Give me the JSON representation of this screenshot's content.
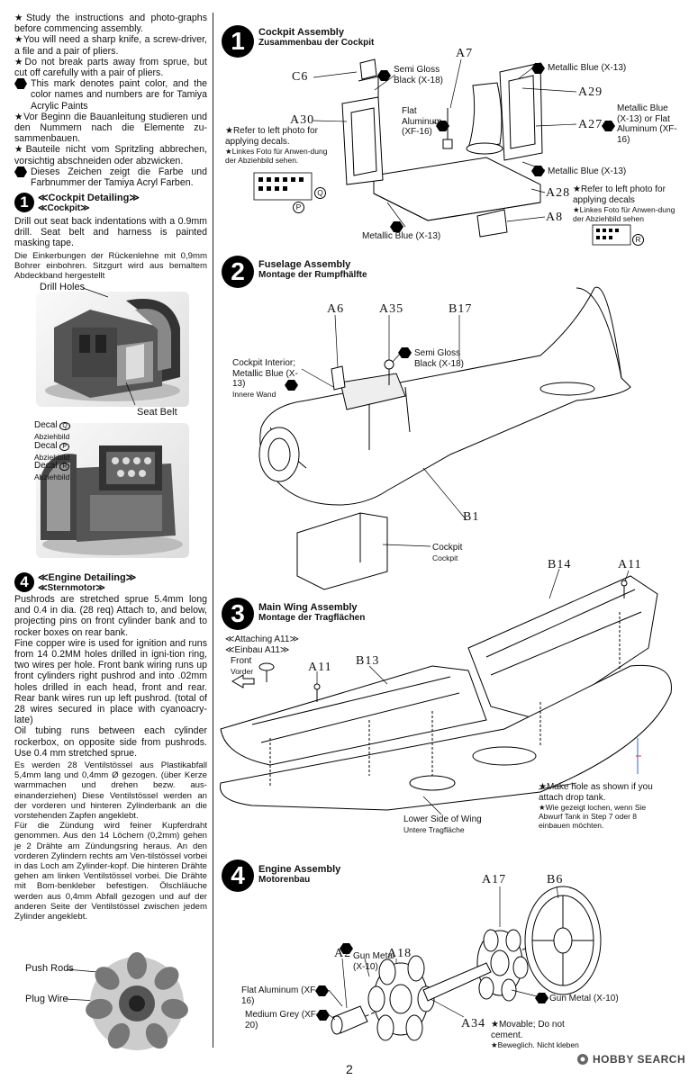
{
  "page_number": "2",
  "watermark": "HOBBY SEARCH",
  "intro": {
    "en_lines": [
      "★Study the instructions and photo-graphs before commencing assembly.",
      "★You will need a sharp knife, a screw-driver, a file and a pair of pliers.",
      "★Do not break parts away from sprue, but cut off carefully with a pair of pliers."
    ],
    "paint_note_en": "This mark denotes paint color, and the color names and numbers are for Tamiya Acrylic Paints",
    "de_lines": [
      "★Vor Beginn die Bauanleitung studieren und den Nummern nach die Elemente zu-sammenbauen.",
      "★Bauteile nicht vom Spritzling abbrechen, vorsichtig abschneiden oder abzwicken."
    ],
    "paint_note_de": "Dieses Zeichen zeigt die Farbe und Farbnummer der Tamiya Acryl Farben."
  },
  "detailing1": {
    "number": "1",
    "title_en": "≪Cockpit Detailing≫",
    "title_de": "≪Cockpit≫",
    "text_en": "Drill out seat back indentations with a 0.9mm drill. Seat belt and harness is painted masking tape.",
    "text_de": "Die Einkerbungen der Rückenlehne mit 0,9mm Bohrer einbohren. Sitzgurt wird aus bemaltem Abdeckband hergestellt",
    "labels": {
      "drill_holes": "Drill Holes",
      "seat_belt": "Seat Belt",
      "decal_q": "Decal",
      "decal_q_letter": "Q",
      "decal_p": "Decal",
      "decal_p_letter": "P",
      "decal_r": "Decal",
      "decal_r_letter": "R",
      "abziehbild": "Abziehbild"
    }
  },
  "detailing4": {
    "number": "4",
    "title_en": "≪Engine Detailing≫",
    "title_de": "≪Sternmotor≫",
    "text_en": [
      "Pushrods are stretched sprue 5.4mm long and 0.4 in dia. (28 req) Attach to, and below, projecting pins on front cylinder bank and to rocker boxes on rear bank.",
      "Fine copper wire is used for ignition and runs from 14 0.2MM holes drilled in igni-tion ring, two wires per hole. Front bank wiring runs up front cylinders right pushrod and into .02mm holes drilled in each head, front and rear. Rear bank wires run up left pushrod. (total of 28 wires secured in place with cyanoacry-late)",
      "Oil tubing runs between each cylinder rockerbox, on opposite side from pushrods. Use 0.4 mm stretched sprue."
    ],
    "text_de": [
      "Es werden 28 Ventilstössel aus Plastikabfall 5,4mm lang und 0,4mm Ø gezogen. (über Kerze warmmachen und drehen bezw. aus-einanderziehen) Diese Ventilstössel werden an der vorderen und hinteren Zylinderbank an die vorstehenden Zapfen angeklebt.",
      "Für die Zündung wird feiner Kupferdraht genommen. Aus den 14 Löchern (0,2mm) gehen je 2 Drähte am Zündungsring heraus. An den vorderen Zylindern rechts am Ven-tilstössel vorbei in das Loch am Zylinder-kopf. Die hinteren Drähte gehen am linken Ventilstössel vorbei. Die Drähte mit Bom-benkleber befestigen. Ölschläuche werden aus 0,4mm Abfall gezogen und auf der anderen Seite der Ventilstössel zwischen jedem Zylinder angeklebt."
    ],
    "labels": {
      "push_rods": "Push Rods",
      "plug_wire": "Plug Wire"
    }
  },
  "step1": {
    "number": "1",
    "title_en": "Cockpit Assembly",
    "title_de": "Zusammenbau der Cockpit",
    "parts": [
      "C6",
      "A7",
      "A30",
      "A29",
      "A27",
      "A28",
      "A8"
    ],
    "paints": {
      "semi_gloss_black": "Semi Gloss Black (X-18)",
      "flat_aluminum": "Flat Aluminum (XF-16)",
      "metallic_blue_top": "Metallic Blue (X-13)",
      "metallic_blue_or": "Metallic Blue (X-13) or Flat Aluminum (XF-16)",
      "metallic_blue_mid": "Metallic Blue (X-13)",
      "metallic_blue_bottom": "Metallic Blue (X-13)"
    },
    "note_left_en": "★Refer to left photo for applying decals.",
    "note_left_de": "★Linkes Foto für Anwen-dung der Abziehbild sehen.",
    "note_right_en": "★Refer to left photo for applying decals",
    "note_right_de": "★Linkes Foto für Anwen-dung der Abziehbild sehen",
    "decal_left": "Q",
    "decal_left2": "P",
    "decal_right": "R"
  },
  "step2": {
    "number": "2",
    "title_en": "Fuselage Assembly",
    "title_de": "Montage der Rumpfhälfte",
    "parts": [
      "A6",
      "A35",
      "B17",
      "B1"
    ],
    "paint_black": "Semi Gloss Black (X-18)",
    "cockpit_interior": "Cockpit Interior; Metallic Blue (X-13)",
    "innere_wand": "Innere Wand",
    "cockpit_en": "Cockpit",
    "cockpit_de": "Cockpit"
  },
  "step3": {
    "number": "3",
    "title_en": "Main Wing Assembly",
    "title_de": "Montage der Tragflächen",
    "parts": [
      "B14",
      "A11",
      "A11",
      "B13"
    ],
    "attaching_en": "≪Attaching A11≫",
    "attaching_de": "≪Einbau A11≫",
    "front_en": "Front",
    "front_de": "Vorder",
    "lower_side_en": "Lower Side of Wing",
    "lower_side_de": "Untere Tragfläche",
    "drop_tank_en": "★Make hole as shown if you attach drop tank.",
    "drop_tank_de": "★Wie gezeigt lochen, wenn Sie Abwurf Tank in Step 7 oder 8 einbauen möchten."
  },
  "step4": {
    "number": "4",
    "title_en": "Engine Assembly",
    "title_de": "Motorenbau",
    "parts": [
      "A17",
      "B6",
      "A2",
      "A18",
      "A34"
    ],
    "gun_metal_1": "Gun Metal (X-10)",
    "gun_metal_2": "Gun Metal (X-10)",
    "flat_aluminum": "Flat Aluminum (XF-16)",
    "medium_grey": "Medium Grey (XF-20)",
    "movable_en": "★Movable; Do not cement.",
    "movable_de": "★Beweglich. Nicht kleben"
  }
}
